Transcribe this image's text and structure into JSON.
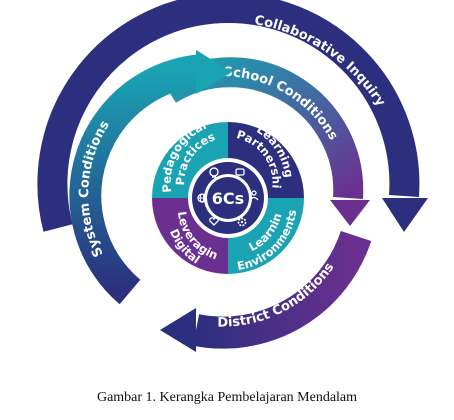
{
  "figure": {
    "center_label": "6Cs",
    "rings": {
      "collaborative_inquiry": "Collaborative Inquiry",
      "school_conditions": "School Conditions",
      "system_conditions": "System Conditions",
      "district_conditions": "District Conditions"
    },
    "quadrants": {
      "pedagogical_line1": "Pedagogical",
      "pedagogical_line2": "Practices",
      "learning_partnerships_line1": "Learning",
      "learning_partnerships_line2": "Partnerships",
      "leveraging_digital_line1": "Leveraging",
      "leveraging_digital_line2": "Digital",
      "learning_environments_line1": "Learning",
      "learning_environments_line2": "Environments"
    },
    "colors": {
      "navy": "#2b2f7e",
      "teal": "#1aa3b3",
      "purple": "#6b2f8f",
      "center": "#2b2f7e"
    },
    "icons": [
      "lightbulb-icon",
      "gear-icon",
      "heart-icon",
      "globe-icon",
      "chat-icon",
      "person-icon"
    ]
  },
  "caption": "Gambar 1. Kerangka Pembelajaran Mendalam"
}
